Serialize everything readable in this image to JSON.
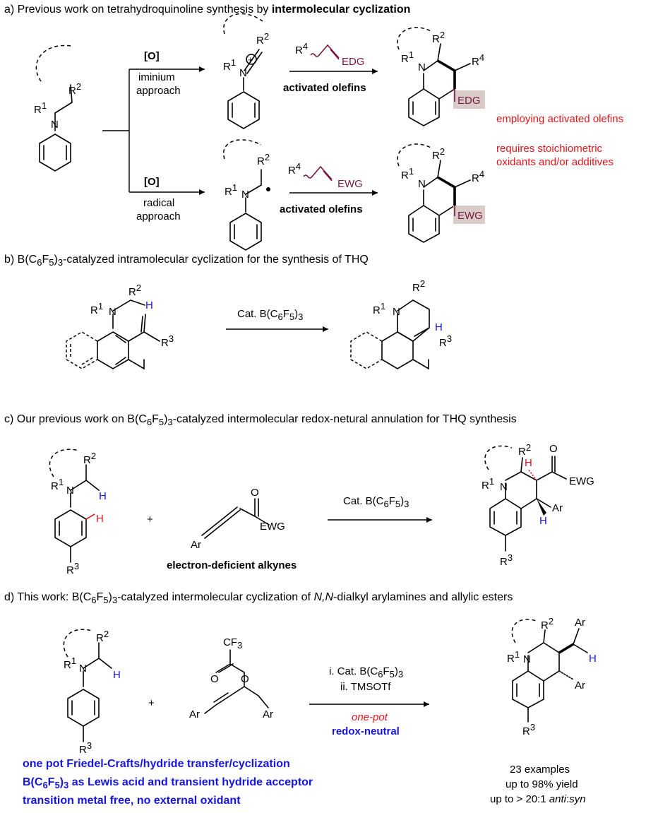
{
  "sections": {
    "a": {
      "title_prefix": "a) Previous work on tetrahydroquinoline synthesis by ",
      "title_bold": "intermolecular cyclization",
      "ox_top": "[O]",
      "ox_bot": "[O]",
      "iminium": [
        "iminium",
        "approach"
      ],
      "radical": [
        "radical",
        "approach"
      ],
      "activated_top": "activated olefins",
      "activated_bot": "activated olefins",
      "edg": "EDG",
      "ewg": "EWG",
      "note1": "employing activated olefins",
      "note2": [
        "requires stoichiometric",
        "oxidants and/or additives"
      ]
    },
    "b": {
      "title": "b) B(C6F5)3-catalyzed intramolecular cyclization for the synthesis of THQ",
      "reagent": "Cat. B(C6F5)3"
    },
    "c": {
      "title": "c) Our previous work on B(C6F5)3-catalyzed intermolecular redox-netural annulation for THQ synthesis",
      "reagent": "Cat. B(C6F5)3",
      "alkyne_label": "electron-deficient alkynes",
      "ewg": "EWG",
      "ar": "Ar",
      "plus": "+"
    },
    "d": {
      "title_prefix": "d) This work: B(C6F5)3-catalyzed intermolecular cyclization of ",
      "title_italic": "N,N",
      "title_suffix": "-dialkyl arylamines and allylic esters",
      "step1": "i. Cat. B(C6F5)3",
      "step2": "ii. TMSOTf",
      "one_pot": "one-pot",
      "redox": "redox-neutral",
      "plus": "+",
      "cf3": "CF3",
      "highlights": [
        "one pot Friedel-Crafts/hydride transfer/cyclization",
        "B(C6F5)3 as Lewis acid and transient hydride acceptor",
        "transition metal free, no external oxidant"
      ],
      "stats": [
        "23 examples",
        "up to 98% yield",
        "up to > 20:1 anti:syn"
      ]
    }
  },
  "colors": {
    "red": "#e8141a",
    "blue": "#1515e0",
    "maroon": "#7a1740",
    "highlight": "#d9ccc8"
  }
}
